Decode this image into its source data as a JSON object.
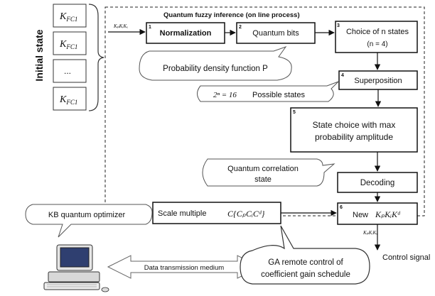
{
  "initial_state": {
    "title": "Initial state",
    "k_labels": [
      "K",
      "K",
      "...",
      "K"
    ],
    "k_subscripts": [
      "FC1",
      "FC1",
      "",
      "FC1"
    ]
  },
  "dashed_region": {
    "title": "Quantum fuzzy inference (on line process)"
  },
  "input_gains": "KₚKᵢKₓ",
  "boxes": {
    "normalization": {
      "num": "1",
      "label": "Normalization"
    },
    "quantum_bits": {
      "num": "2",
      "label": "Quantum bits"
    },
    "choice": {
      "num": "3",
      "label_line1": "Choice of n states",
      "label_line2": "(n = 4)"
    },
    "superposition": {
      "num": "4",
      "label": "Superposition"
    },
    "state_choice": {
      "num": "5",
      "label_line1": "State choice with max",
      "label_line2": "probability amplitude"
    },
    "decoding": {
      "label": "Decoding"
    },
    "new": {
      "num": "6",
      "label": "New",
      "formula": "KₚKᵢKᵈ"
    },
    "scale": {
      "label": "Scale multiple",
      "formula": "C{CₚCᵢCᵈ}"
    }
  },
  "callouts": {
    "pdf": "Probability density function P",
    "states": {
      "formula": "2ⁿ = 16",
      "text": "Possible states"
    },
    "correlation": {
      "line1": "Quantum correlation",
      "line2": "state"
    },
    "kb": "KB quantum optimizer",
    "ga": {
      "line1": "GA remote control of",
      "line2": "coefficient gain schedule"
    }
  },
  "output_gains": "KₚKᵢKₓ",
  "control_signal": "Control signal",
  "transmission": "Data transmission medium",
  "icons": {
    "computer": "computer-icon"
  }
}
